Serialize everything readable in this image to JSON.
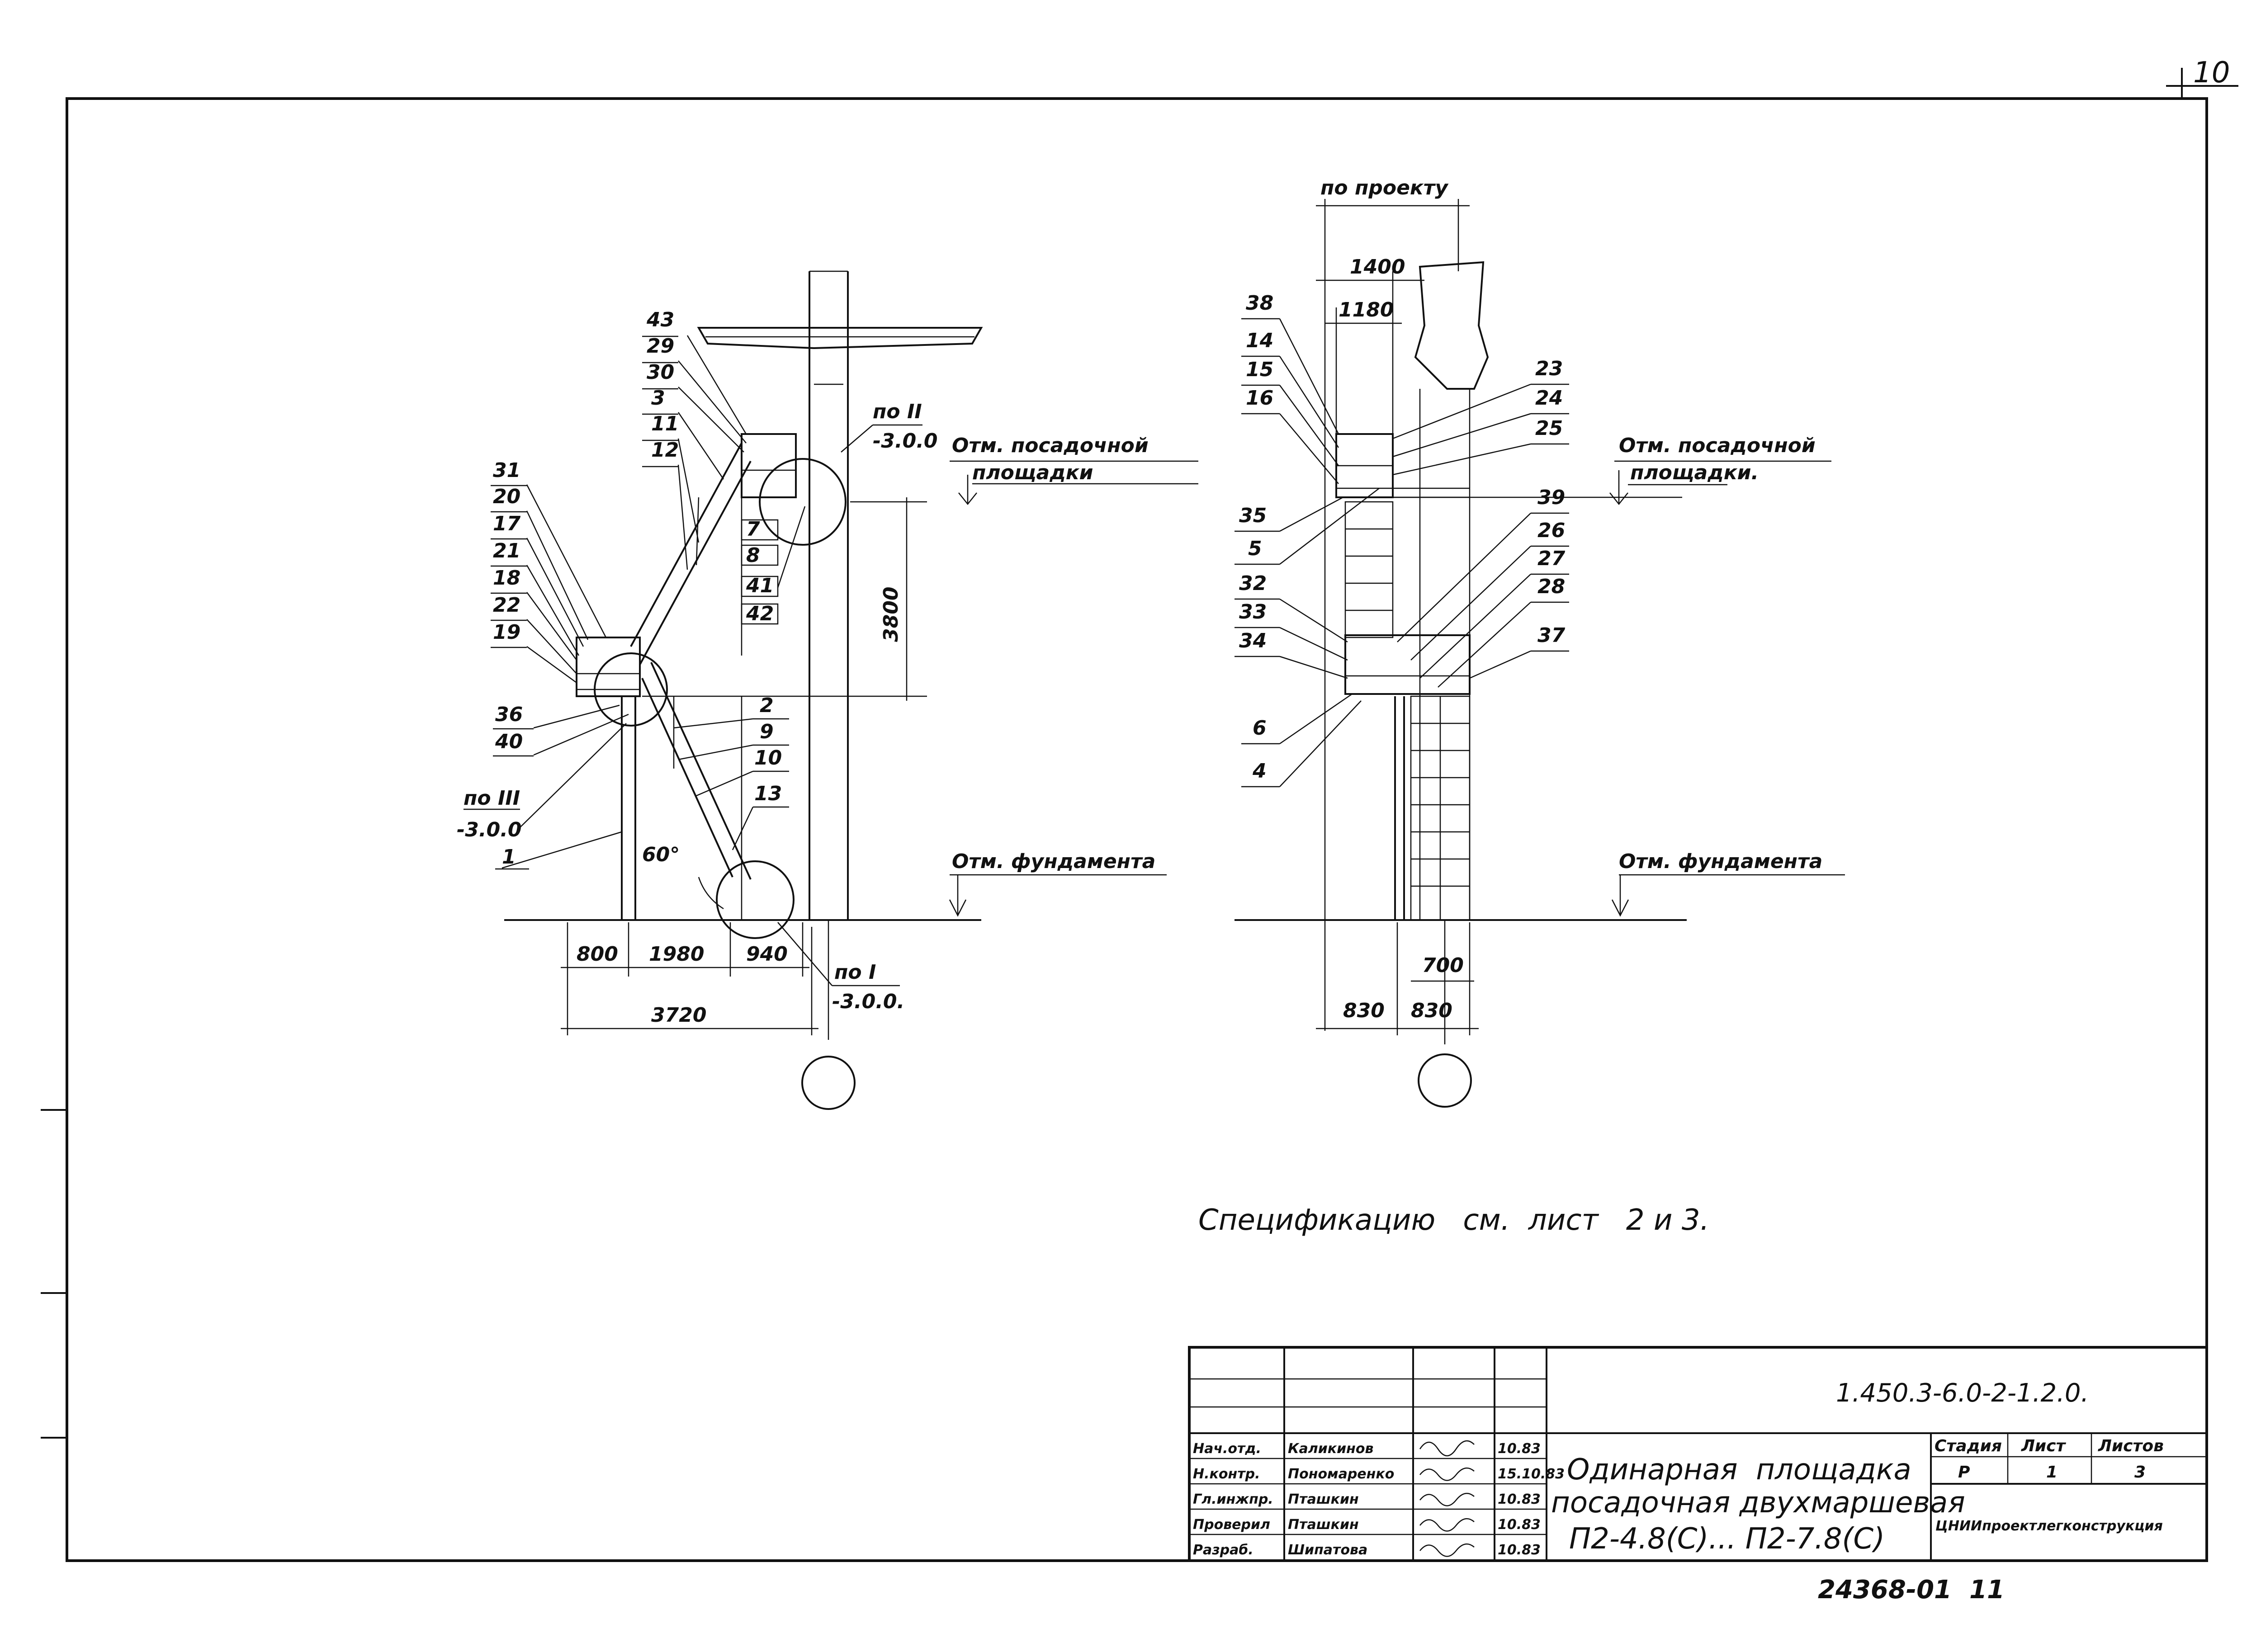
{
  "sheet": {
    "page_number": "10",
    "bottom_number": "24368-01  11",
    "spec_note": "Спецификацию   см.  лист   2 и 3."
  },
  "view_left": {
    "labels_left_top": [
      "43",
      "29",
      "30",
      "3",
      "11",
      "12"
    ],
    "labels_left_mid": [
      "31",
      "20",
      "17",
      "21",
      "18",
      "22",
      "19"
    ],
    "labels_left_low": [
      "36",
      "40"
    ],
    "labels_right_mid": [
      "7",
      "8",
      "41",
      "42"
    ],
    "labels_right_low": [
      "2",
      "9",
      "10",
      "13"
    ],
    "label_1": "1",
    "node_ii": "по II",
    "node_ii_level": "-3.0.0",
    "node_iii": "по III",
    "node_iii_level": "-3.0.0",
    "node_i": "по I",
    "node_i_level": "-3.0.0.",
    "landing_mark_1": "Отм. посадочной",
    "landing_mark_2": "площадки",
    "foundation_mark": "Отм. фундамента",
    "dim_height": "3800",
    "angle": "60°",
    "dims_bottom": [
      "800",
      "1980",
      "940"
    ],
    "dim_total": "3720"
  },
  "view_right": {
    "dim_top": "по проекту",
    "dim_1400": "1400",
    "dim_1180": "1180",
    "labels_left_top": [
      "38",
      "14",
      "15",
      "16"
    ],
    "labels_left_mid": [
      "35",
      "5",
      "32",
      "33",
      "34"
    ],
    "labels_left_low": [
      "6",
      "4"
    ],
    "labels_right_top": [
      "23",
      "24",
      "25"
    ],
    "labels_right_mid": [
      "39",
      "26",
      "27",
      "28",
      "37"
    ],
    "landing_mark_1": "Отм. посадочной",
    "landing_mark_2": "площадки.",
    "foundation_mark": "Отм. фундамента",
    "dim_700": "700",
    "dims_bottom": [
      "830",
      "830"
    ]
  },
  "title_block": {
    "code": "1.450.3-6.0-2-1.2.0.",
    "rows": [
      {
        "role": "Нач.отд.",
        "name": "Каликинов",
        "date": "10.83"
      },
      {
        "role": "Н.контр.",
        "name": "Пономаренко",
        "date": "15.10.83"
      },
      {
        "role": "Гл.инжпр.",
        "name": "Пташкин",
        "date": "10.83"
      },
      {
        "role": "Проверил",
        "name": "Пташкин",
        "date": "10.83"
      },
      {
        "role": "Разраб.",
        "name": "Шипатова",
        "date": "10.83"
      }
    ],
    "title_line1": "Одинарная  площадка",
    "title_line2": "посадочная двухмаршевая",
    "title_line3": "П2-4.8(С)... П2-7.8(С)",
    "stage_header": "Стадия",
    "sheet_header": "Лист",
    "sheets_header": "Листов",
    "stage": "Р",
    "sheet": "1",
    "sheets": "3",
    "org": "ЦНИИпроектлегконструкция"
  }
}
